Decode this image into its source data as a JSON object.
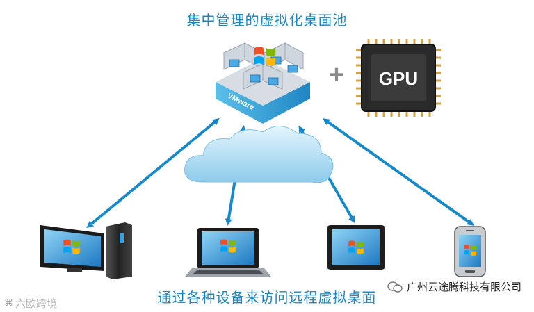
{
  "title_top": "集中管理的虚拟化桌面池",
  "title_bottom": "通过各种设备来访问远程虚拟桌面",
  "server_label": "VMware",
  "gpu_label": "GPU",
  "plus_sign": "+",
  "watermark_left": "六欧跨境",
  "watermark_right": "广州云途腾科技有限公司",
  "colors": {
    "title": "#1a86c5",
    "arrow": "#1589c9",
    "cloud": "#9fd3ee",
    "server_base": "#2f9fd8"
  },
  "icons": [
    "server-icon",
    "gpu-chip-icon",
    "cloud-icon",
    "desktop-pc-icon",
    "laptop-icon",
    "tablet-icon",
    "smartphone-icon",
    "windows-logo-icon"
  ]
}
